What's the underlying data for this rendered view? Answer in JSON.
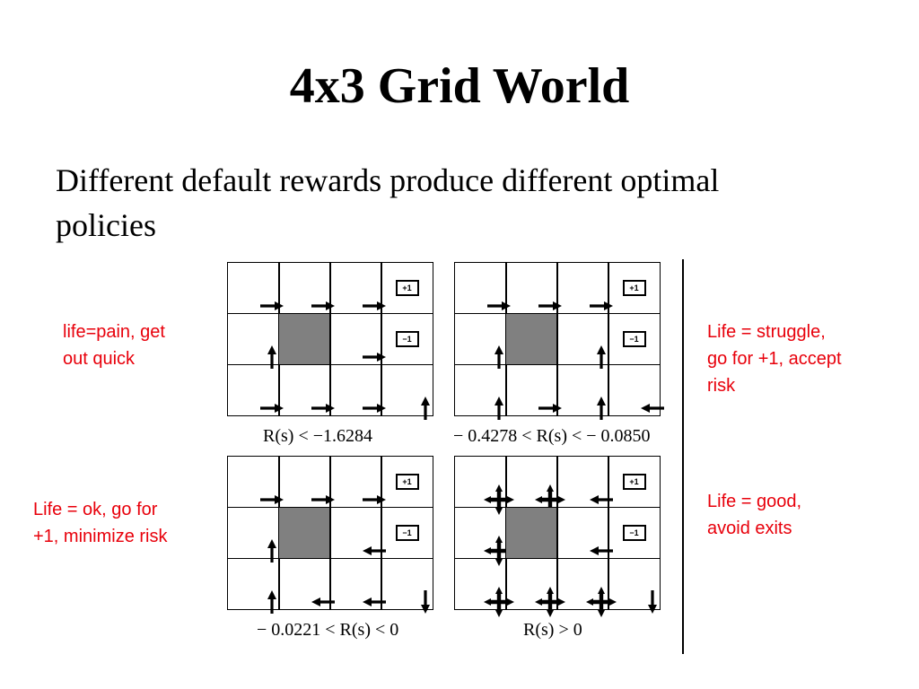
{
  "slide": {
    "title": "4x3 Grid World",
    "subtitle": "Different default rewards produce different optimal policies"
  },
  "notes": {
    "top_left": "life=pain, get\nout quick",
    "top_right": "Life = struggle,\ngo for +1, accept\nrisk",
    "bottom_left": "Life = ok, go for\n+1, minimize risk",
    "bottom_right": "Life = good,\navoid exits"
  },
  "colors": {
    "note_text": "#e8000b",
    "blocked_cell": "#808080"
  },
  "panels": [
    {
      "caption": "R(s) <  −1.6284",
      "rows": [
        [
          "right",
          "right",
          "right",
          "+1"
        ],
        [
          "up",
          "blocked",
          "right",
          "−1"
        ],
        [
          "right",
          "right",
          "right",
          "up"
        ]
      ]
    },
    {
      "caption": "− 0.4278 < R(s) <  − 0.0850",
      "rows": [
        [
          "right",
          "right",
          "right",
          "+1"
        ],
        [
          "up",
          "blocked",
          "up",
          "−1"
        ],
        [
          "up",
          "right",
          "up",
          "left"
        ]
      ]
    },
    {
      "caption": "− 0.0221 < R(s) < 0",
      "rows": [
        [
          "right",
          "right",
          "right",
          "+1"
        ],
        [
          "up",
          "blocked",
          "left",
          "−1"
        ],
        [
          "up",
          "left",
          "left",
          "down"
        ]
      ]
    },
    {
      "caption": "R(s) > 0",
      "rows": [
        [
          "all",
          "all",
          "left",
          "+1"
        ],
        [
          "all",
          "blocked",
          "left",
          "−1"
        ],
        [
          "all",
          "all",
          "all",
          "down"
        ]
      ]
    }
  ]
}
